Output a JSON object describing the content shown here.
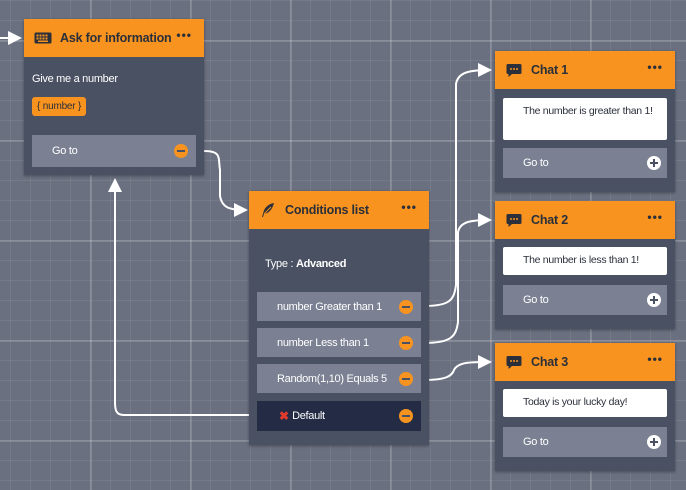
{
  "ask_node": {
    "title": "Ask for information",
    "icon": "keyboard-icon",
    "question": "Give me a number",
    "variable": "{ number }",
    "goto_label": "Go to"
  },
  "conditions_node": {
    "title": "Conditions list",
    "icon": "feather-icon",
    "type_label": "Type :",
    "type_value": "Advanced",
    "conditions": [
      {
        "label": "number Greater than 1"
      },
      {
        "label": "number Less than 1"
      },
      {
        "label": "Random(1,10) Equals 5"
      }
    ],
    "default_label": "Default"
  },
  "chat_nodes": [
    {
      "title": "Chat 1",
      "message": "The number is greater than 1!",
      "goto_label": "Go to"
    },
    {
      "title": "Chat 2",
      "message": "The number is less than 1!",
      "goto_label": "Go to"
    },
    {
      "title": "Chat 3",
      "message": "Today is your lucky day!",
      "goto_label": "Go to"
    }
  ],
  "colors": {
    "canvas": "#6a7080",
    "node_body": "#4a5163",
    "node_header": "#f7931e",
    "row": "#7b8193",
    "default_row": "#232b45",
    "wire": "#ffffff"
  }
}
